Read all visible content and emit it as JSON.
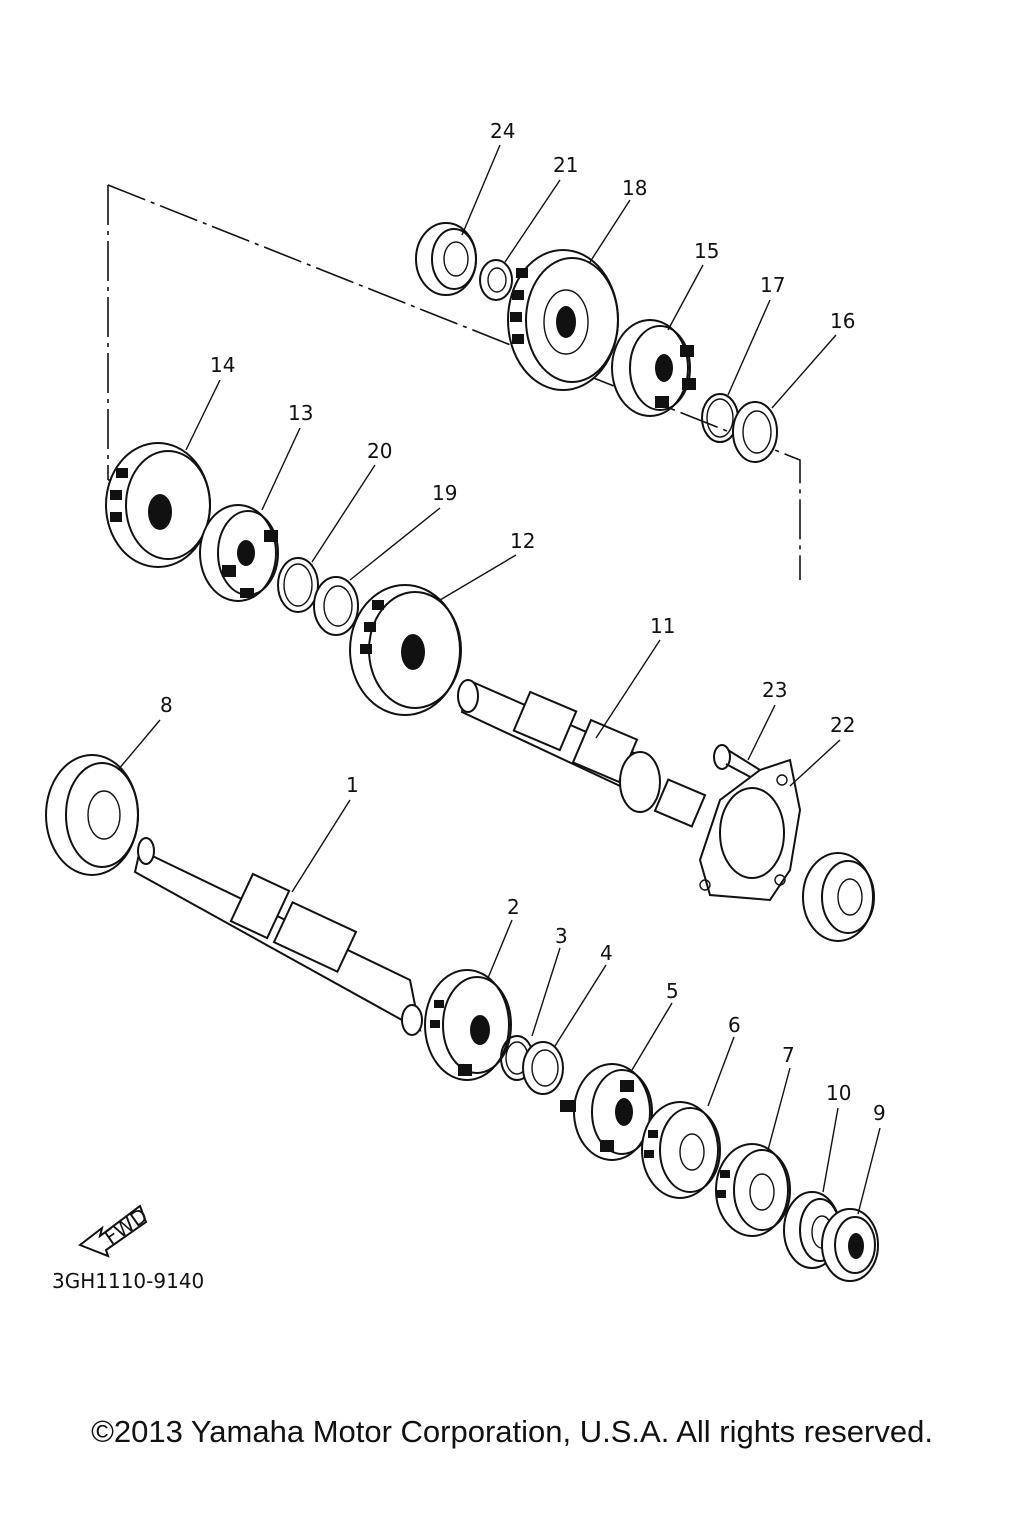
{
  "diagram": {
    "part_labels": [
      "24",
      "21",
      "18",
      "15",
      "17",
      "16",
      "14",
      "13",
      "20",
      "19",
      "12",
      "11",
      "8",
      "23",
      "22",
      "1",
      "2",
      "3",
      "4",
      "5",
      "6",
      "7",
      "10",
      "9"
    ],
    "fwd_label": "FWD",
    "drawing_code": "3GH1110-9140",
    "copyright": "©2013 Yamaha Motor Corporation, U.S.A. All rights reserved."
  }
}
